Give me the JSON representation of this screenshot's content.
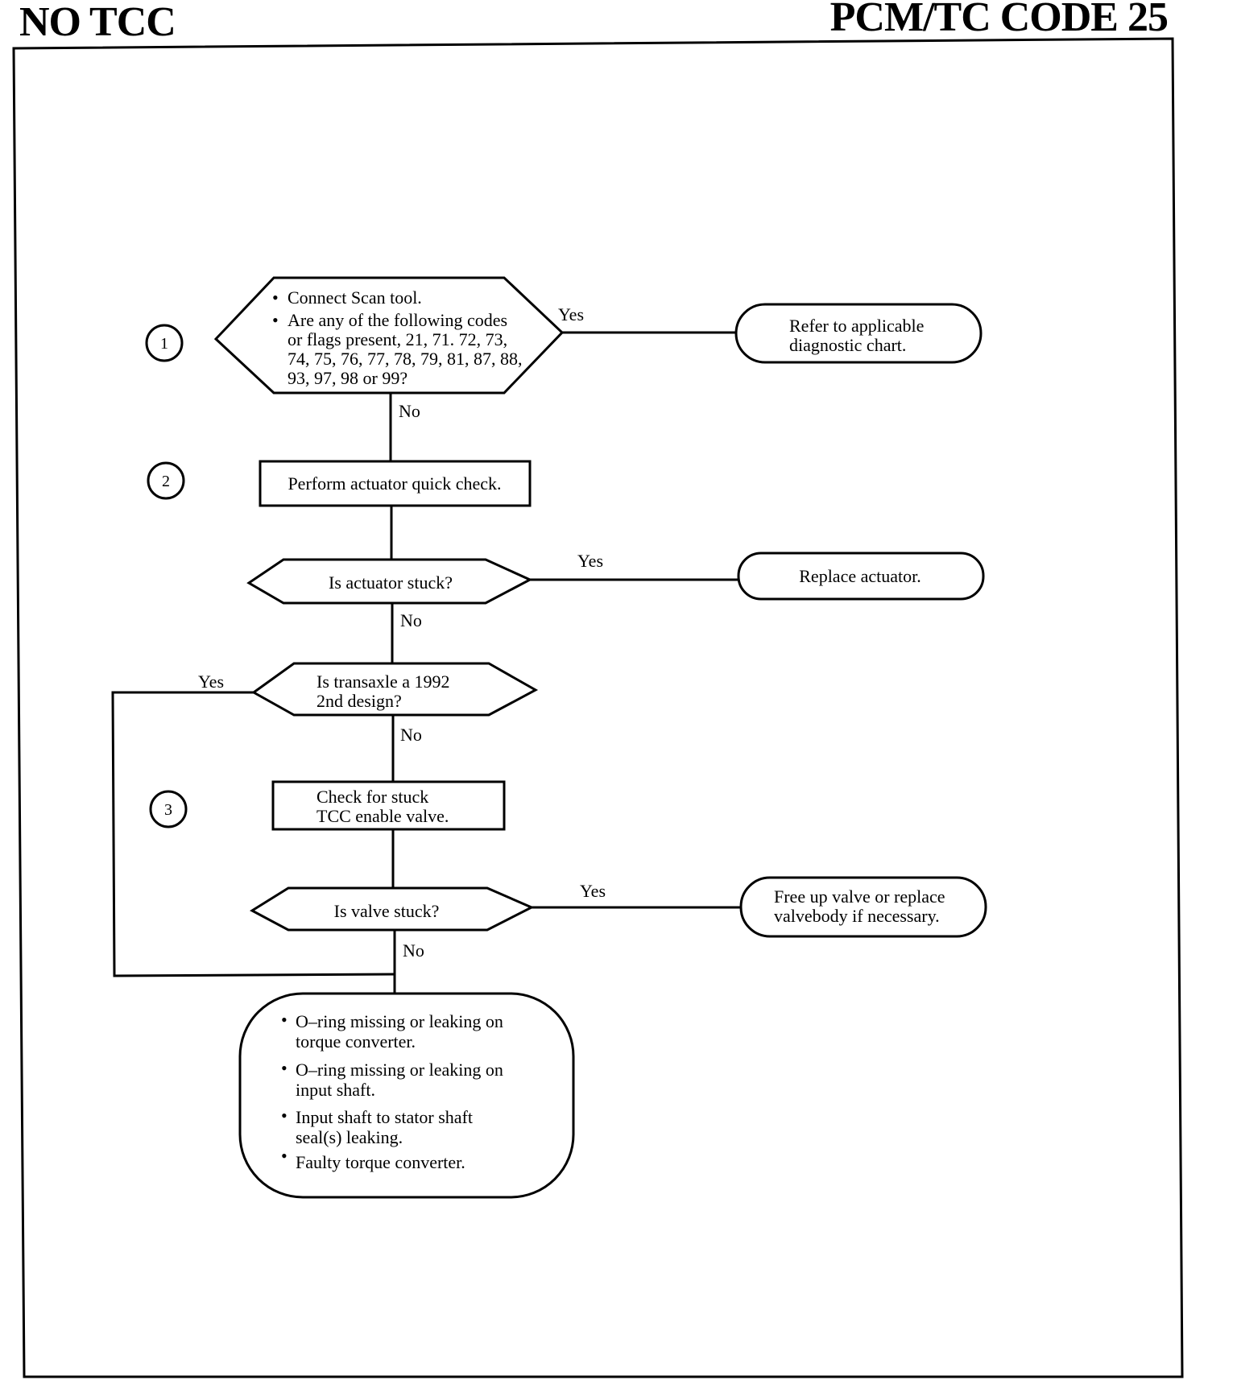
{
  "header": {
    "left_title": "NO TCC",
    "right_title": "PCM/TC CODE 25"
  },
  "steps": [
    "1",
    "2",
    "3"
  ],
  "nodes": {
    "q_codes": {
      "bullet1": "Connect Scan tool.",
      "bullet2_line1": "Are any of the following codes",
      "bullet2_line2": "or flags present, 21, 71. 72, 73,",
      "bullet2_line3": "74, 75, 76, 77, 78, 79, 81, 87, 88,",
      "bullet2_line4": "93, 97, 98 or 99?"
    },
    "refer_chart": {
      "line1": "Refer to applicable",
      "line2": "diagnostic chart."
    },
    "perform_check": {
      "text": "Perform actuator quick check."
    },
    "q_actuator": {
      "text": "Is actuator stuck?"
    },
    "replace_actuator": {
      "text": "Replace actuator."
    },
    "q_transaxle": {
      "line1": "Is transaxle a 1992",
      "line2": "2nd design?"
    },
    "check_valve": {
      "line1": "Check for stuck",
      "line2": "TCC enable valve."
    },
    "q_valve": {
      "text": "Is valve stuck?"
    },
    "free_valve": {
      "line1": "Free up valve or replace",
      "line2": "valvebody if necessary."
    },
    "final_causes": {
      "item1_line1": "O–ring missing or leaking on",
      "item1_line2": "torque converter.",
      "item2_line1": "O–ring missing or leaking on",
      "item2_line2": "input shaft.",
      "item3_line1": "Input shaft to stator shaft",
      "item3_line2": "seal(s) leaking.",
      "item4": "Faulty torque converter."
    }
  },
  "edge_labels": {
    "yes": "Yes",
    "no": "No"
  }
}
